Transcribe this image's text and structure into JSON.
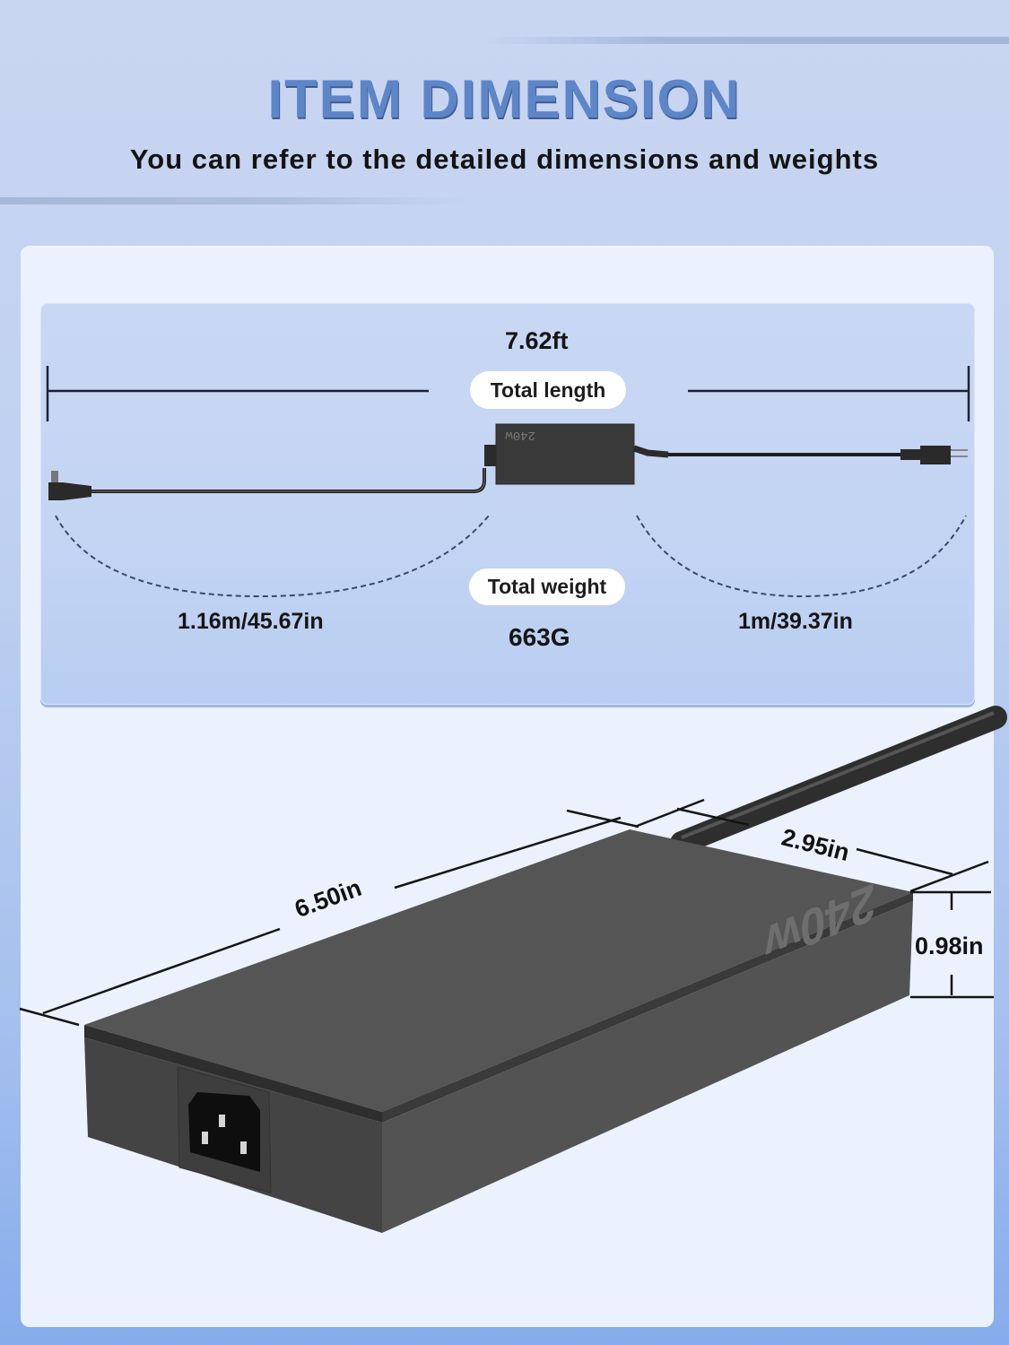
{
  "header": {
    "title": "ITEM DIMENSION",
    "subtitle": "You can refer to the detailed dimensions and weights"
  },
  "cable_overview": {
    "total_length_value": "7.62ft",
    "total_length_label": "Total length",
    "total_weight_label": "Total weight",
    "total_weight_value": "663G",
    "dc_cable_length": "1.16m/45.67in",
    "ac_cable_length": "1m/39.37in",
    "adapter_marking": "240W"
  },
  "adapter_dimensions": {
    "length": "6.50in",
    "width": "2.95in",
    "height": "0.98in",
    "top_marking": "240W"
  },
  "colors": {
    "title_blue": "#5d86c9",
    "background_top": "#c9d6f1",
    "background_bottom": "#86aceb",
    "panel": "#ebf2fd",
    "adapter_body": "#4e4e4e"
  }
}
